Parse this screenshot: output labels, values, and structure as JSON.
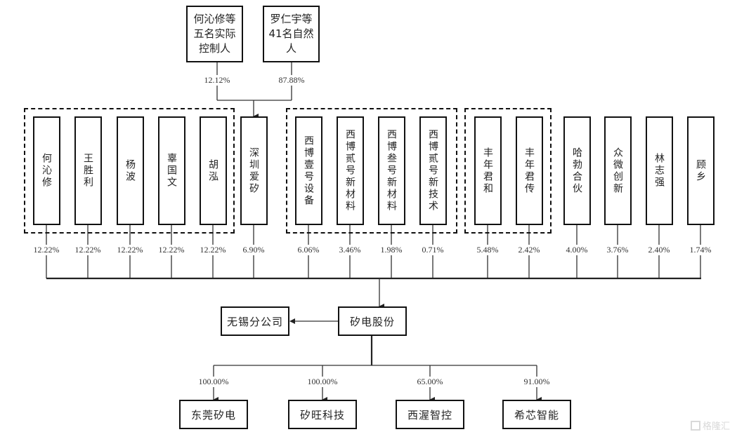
{
  "top_holders": [
    {
      "name": "何沁修等五名实际控制人",
      "percent": "12.12%"
    },
    {
      "name": "罗仁宇等41名自然人",
      "percent": "87.88%"
    }
  ],
  "shareholders": [
    {
      "name": "何沁修",
      "percent": "12.22%",
      "group": 1
    },
    {
      "name": "王胜利",
      "percent": "12.22%",
      "group": 1
    },
    {
      "name": "杨波",
      "percent": "12.22%",
      "group": 1
    },
    {
      "name": "辜国文",
      "percent": "12.22%",
      "group": 1
    },
    {
      "name": "胡泓",
      "percent": "12.22%",
      "group": 1
    },
    {
      "name": "深圳爱矽",
      "percent": "6.90%",
      "group": 0
    },
    {
      "name": "西博壹号设备",
      "percent": "6.06%",
      "group": 2
    },
    {
      "name": "西博贰号新材料",
      "percent": "3.46%",
      "group": 2
    },
    {
      "name": "西博叁号新材料",
      "percent": "1.98%",
      "group": 2
    },
    {
      "name": "西博贰号新技术",
      "percent": "0.71%",
      "group": 2
    },
    {
      "name": "丰年君和",
      "percent": "5.48%",
      "group": 3
    },
    {
      "name": "丰年君传",
      "percent": "2.42%",
      "group": 3
    },
    {
      "name": "哈勃合伙",
      "percent": "4.00%",
      "group": 0
    },
    {
      "name": "众微创新",
      "percent": "3.76%",
      "group": 0
    },
    {
      "name": "林志强",
      "percent": "2.40%",
      "group": 0
    },
    {
      "name": "顾乡",
      "percent": "1.74%",
      "group": 0
    }
  ],
  "company": {
    "name": "矽电股份"
  },
  "branch": {
    "name": "无锡分公司"
  },
  "subsidiaries": [
    {
      "name": "东莞矽电",
      "percent": "100.00%"
    },
    {
      "name": "矽旺科技",
      "percent": "100.00%"
    },
    {
      "name": "西渥智控",
      "percent": "65.00%"
    },
    {
      "name": "希芯智能",
      "percent": "91.00%"
    }
  ],
  "watermark": {
    "text": "格隆汇",
    "icon": "gelonghui-logo-icon"
  },
  "colors": {
    "line": "#333333",
    "box_border": "#111111",
    "watermark": "#d9d9d9"
  }
}
